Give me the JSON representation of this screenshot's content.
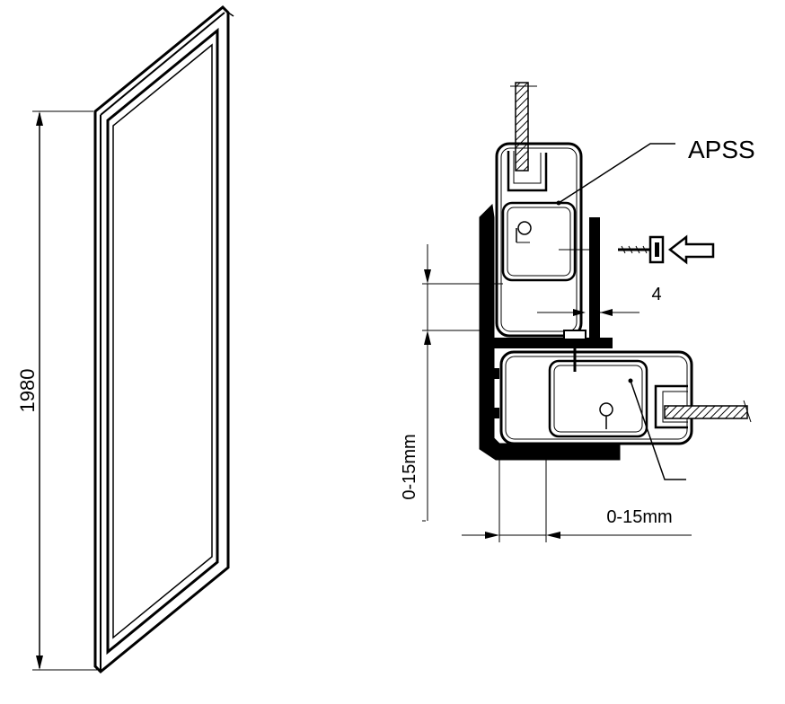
{
  "labels": {
    "height_dim": "1980",
    "product_code": "APSS",
    "gap_dim": "4",
    "vertical_adjust": "0-15mm",
    "horizontal_adjust": "0-15mm"
  },
  "icons": {
    "push_arrow": "arrow-left-outline-icon",
    "screw": "screw-icon"
  },
  "colors": {
    "line": "#000000",
    "background": "#ffffff"
  }
}
